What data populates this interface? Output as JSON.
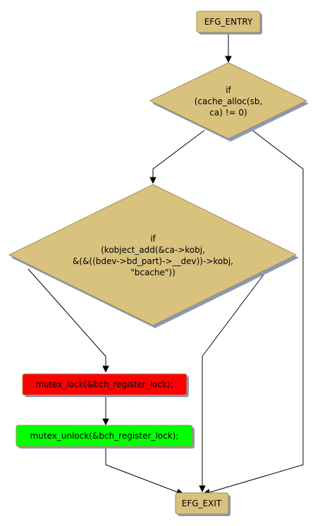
{
  "colors": {
    "node_fill": "#d8c27e",
    "node_border": "#a38f54",
    "shadow": "#8c97b8",
    "red_fill": "#ff0000",
    "green_fill": "#00ff00"
  },
  "nodes": {
    "entry": {
      "label": "EFG_ENTRY"
    },
    "decision1": {
      "lines": [
        "if",
        "(cache_alloc(sb,",
        "ca) != 0)"
      ]
    },
    "decision2": {
      "lines": [
        "if",
        "(kobject_add(&ca->kobj,",
        "&(&((bdev->bd_part)->__dev))->kobj,",
        "\"bcache\"))"
      ]
    },
    "lock": {
      "label": "mutex_lock(&bch_register_lock);"
    },
    "unlock": {
      "label": "mutex_unlock(&bch_register_lock);"
    },
    "exit": {
      "label": "EFG_EXIT"
    }
  }
}
